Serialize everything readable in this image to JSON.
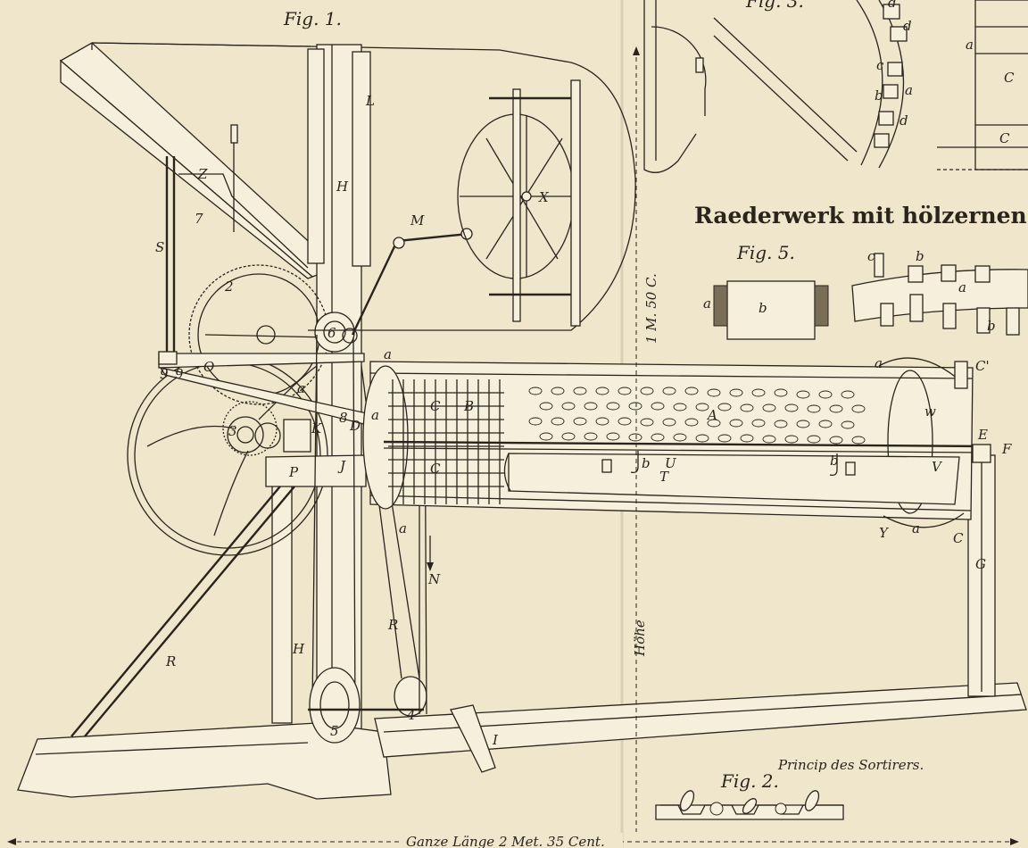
{
  "colors": {
    "paper": "#efe6cc",
    "ink": "#2a241c"
  },
  "headings": {
    "fig1": "Fig. 1.",
    "fig3": "Fig. 3.",
    "fig5": "Fig. 5.",
    "fig2": "Fig. 2.",
    "title": "Raederwerk mit hölzernen Zaehne",
    "principle": "Princip des Sortirers."
  },
  "dimensions": {
    "height_scale": "1 M. 50 C.",
    "height_word": "Höhe",
    "total_length": "Ganze Länge 2 Met. 35 Cent."
  },
  "labels": {
    "L": "L",
    "H_top": "H",
    "H_bottom": "H",
    "Z": "Z",
    "seven": "7",
    "S": "S",
    "two": "2",
    "M": "M",
    "X": "X",
    "six": "6",
    "a1": "a",
    "a2": "a",
    "a3": "a",
    "a4": "a",
    "a5": "a",
    "a6": "a",
    "nine1": "9",
    "nine2": "9",
    "O": "O",
    "three": "3",
    "K": "K",
    "eight": "8",
    "D": "D",
    "J": "J",
    "P": "P",
    "C1": "C",
    "C2": "C",
    "B": "B",
    "A": "A",
    "U": "U",
    "T": "T",
    "b1": "b",
    "b2": "b",
    "V": "V",
    "w": "w",
    "E": "E",
    "F": "F",
    "Cprime": "C'",
    "Y": "Y",
    "C3": "C",
    "G": "G",
    "N": "N",
    "R1": "R",
    "R2": "R",
    "five": "5",
    "four": "4",
    "I": "I"
  },
  "fig3_labels": [
    "d",
    "d",
    "c",
    "a",
    "b",
    "d",
    "a",
    "C",
    "C"
  ],
  "fig5_labels": {
    "a": "a",
    "b": "b",
    "c": "c",
    "b2": "b",
    "a2": "a",
    "b3": "b"
  }
}
